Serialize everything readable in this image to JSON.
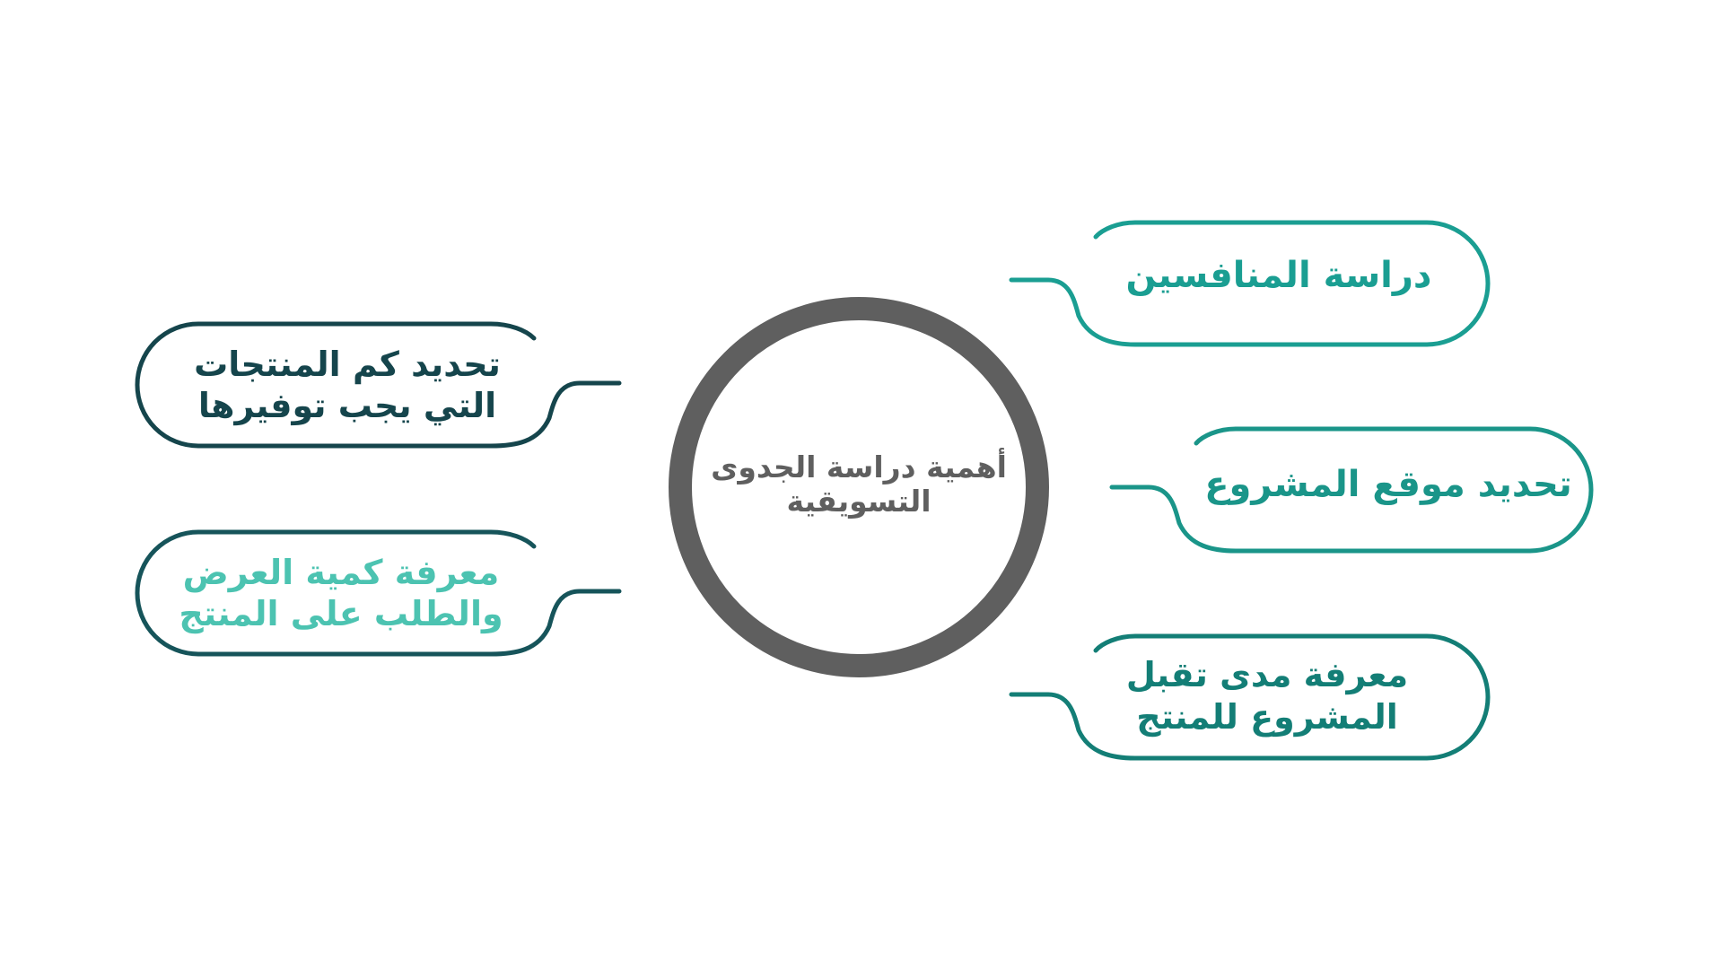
{
  "colors": {
    "background": "#ffffff",
    "center_ring": "#5f5f5f",
    "center_text": "#5f5f5f",
    "competitors": "#1a9e92",
    "location": "#1a9589",
    "acceptance": "#137e76",
    "product_quantity": "#15454c",
    "supply_demand_outline": "#16545a",
    "supply_demand_text": "#4cc3b1"
  },
  "center": {
    "line1": "أهمية دراسة الجدوى",
    "line2": "التسويقية"
  },
  "items": {
    "competitors": {
      "line1": "دراسة المنافسين"
    },
    "location": {
      "line1": "تحديد موقع المشروع"
    },
    "acceptance": {
      "line1": "معرفة مدى تقبل",
      "line2": "المشروع للمنتج"
    },
    "product_quantity": {
      "line1": "تحديد كم المنتجات",
      "line2": "التي يجب توفيرها"
    },
    "supply_demand": {
      "line1": "معرفة كمية العرض",
      "line2": "والطلب على المنتج"
    }
  }
}
